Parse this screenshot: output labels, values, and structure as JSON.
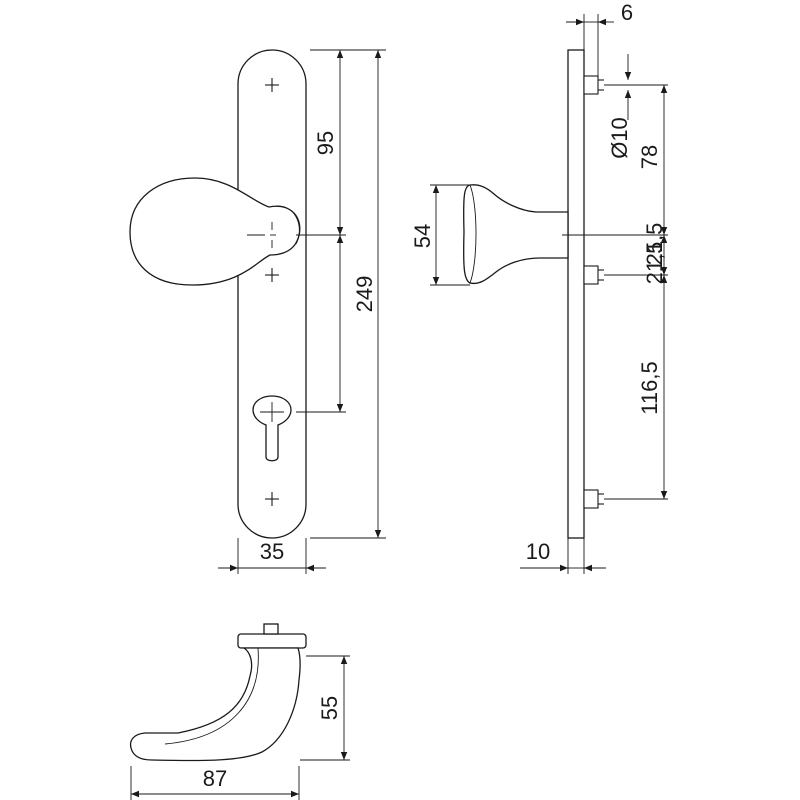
{
  "dimensions": {
    "d95": "95",
    "d249": "249",
    "d35": "35",
    "d54": "54",
    "d6": "6",
    "d_diameter": "Ø10",
    "d78": "78",
    "d21_5_top": "21,5",
    "d21_5_bottom": "21,5",
    "d116_5": "116,5",
    "d10": "10",
    "d55": "55",
    "d87": "87"
  }
}
